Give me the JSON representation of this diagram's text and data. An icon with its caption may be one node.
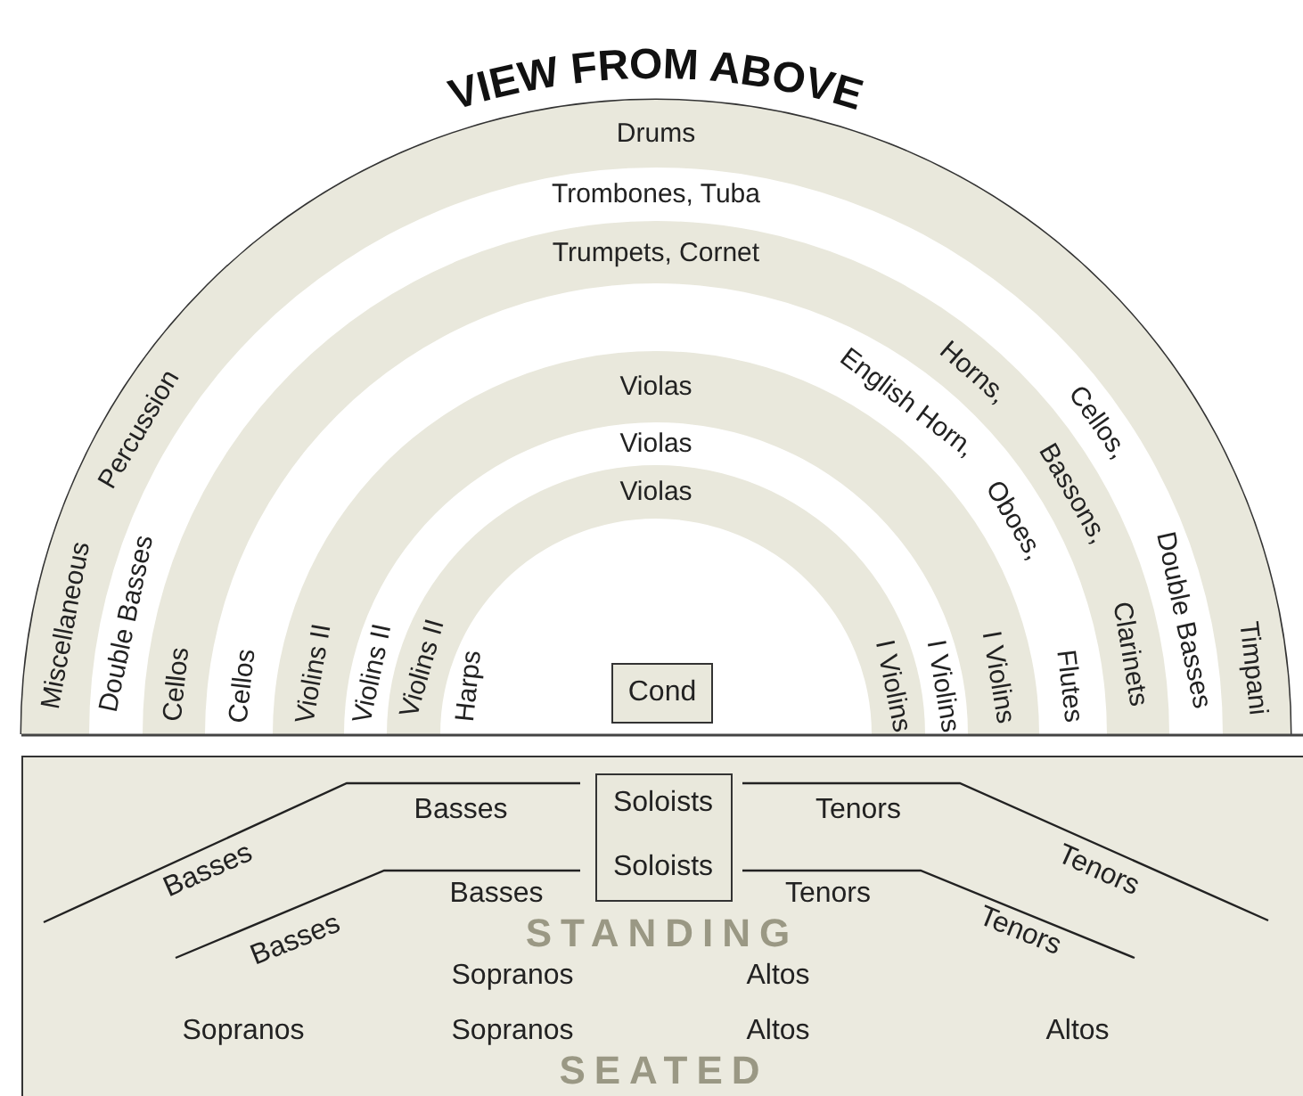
{
  "diagram": {
    "title": "VIEW FROM ABOVE",
    "nodes": [
      {
        "text": [
          "Miscellaneous",
          "Percussion",
          "Drums",
          "Timpani"
        ]
      },
      {
        "text": [
          "Cellos",
          "Trumpets, Cornet",
          "Horns,",
          "Bassons,",
          "Clarinets"
        ]
      },
      {
        "text": [
          "Violins II",
          "Violas",
          "I Violins"
        ]
      },
      {
        "text": [
          "Violins II",
          "Violas",
          "I Violins"
        ]
      },
      {
        "text": [
          "Cond"
        ]
      },
      {
        "text": [
          "STANDING",
          "SEATED",
          "Basses",
          "Tenors",
          "Basses",
          "Basses",
          "Tenors",
          "Tenors",
          "Basses",
          "Tenors",
          "Sopranos",
          "Altos",
          "Sopranos",
          "Sopranos",
          "Altos",
          "Altos"
        ]
      },
      {
        "text": [
          "Soloists",
          "Soloists"
        ],
        "in": 5
      }
    ],
    "labels": [
      "Double Basses",
      "Trombones, Tuba",
      "Cellos,",
      "Double Basses",
      "Cellos",
      "English Horn,",
      "Oboes,",
      "Flutes",
      "Violins II",
      "Violas",
      "I Violins",
      "Harps"
    ]
  }
}
